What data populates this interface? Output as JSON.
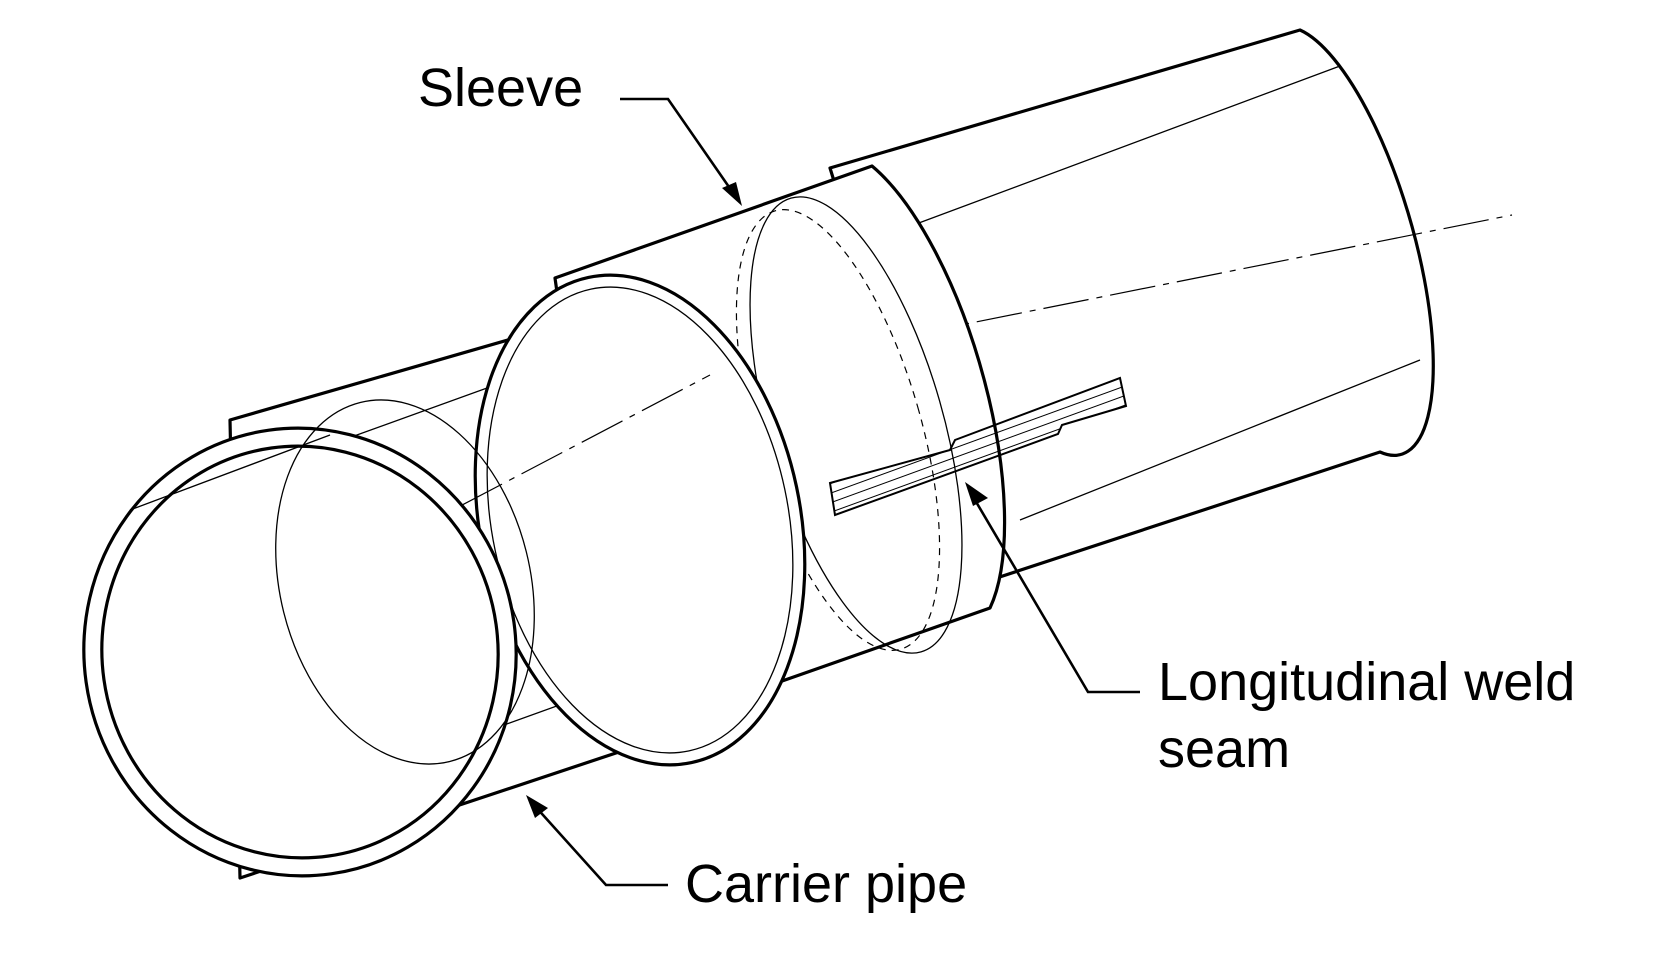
{
  "labels": {
    "sleeve": "Sleeve",
    "weld_line1": "Longitudinal weld",
    "weld_line2": "seam",
    "carrier": "Carrier pipe"
  },
  "colors": {
    "ink": "#000000",
    "paper": "#ffffff",
    "weld_hatch": "#000000"
  }
}
